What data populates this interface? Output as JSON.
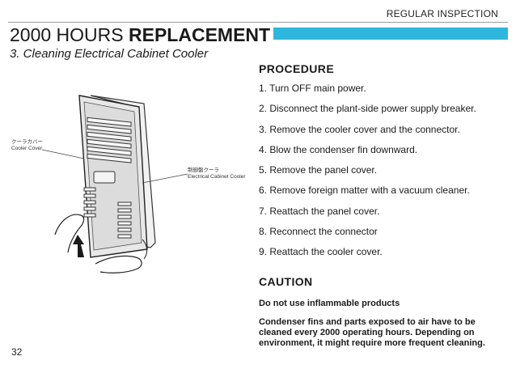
{
  "header": {
    "section": "REGULAR INSPECTION",
    "title_regular": "2000 HOURS ",
    "title_bold": "REPLACEMENT",
    "subtitle_number": "3.",
    "subtitle_text": " Cleaning Electrical Cabinet Cooler"
  },
  "illustration": {
    "cooler_cover_jp": "クーラカバー",
    "cooler_cover_en": "Cooler Cover",
    "cabinet_cooler_jp": "制御盤クーラ",
    "cabinet_cooler_en": "Electrical Cabinet Cooler"
  },
  "procedure": {
    "heading": "PROCEDURE",
    "steps": [
      "1. Turn OFF main power.",
      "2. Disconnect the plant-side power supply breaker.",
      "3. Remove the cooler cover and the connector.",
      "4. Blow the condenser fin downward.",
      "5. Remove the panel cover.",
      "6. Remove foreign matter with a vacuum cleaner.",
      "7. Reattach the panel cover.",
      "8. Reconnect the connector",
      "9. Reattach the cooler cover."
    ]
  },
  "caution": {
    "heading": "CAUTION",
    "line1": "Do not use inflammable products",
    "line2": "Condenser fins and parts exposed to air have to be cleaned every 2000 operating hours. Depending on environment, it might require more frequent cleaning."
  },
  "footer": {
    "page_number": "32"
  },
  "colors": {
    "accent_bar": "#2fb6dc"
  }
}
